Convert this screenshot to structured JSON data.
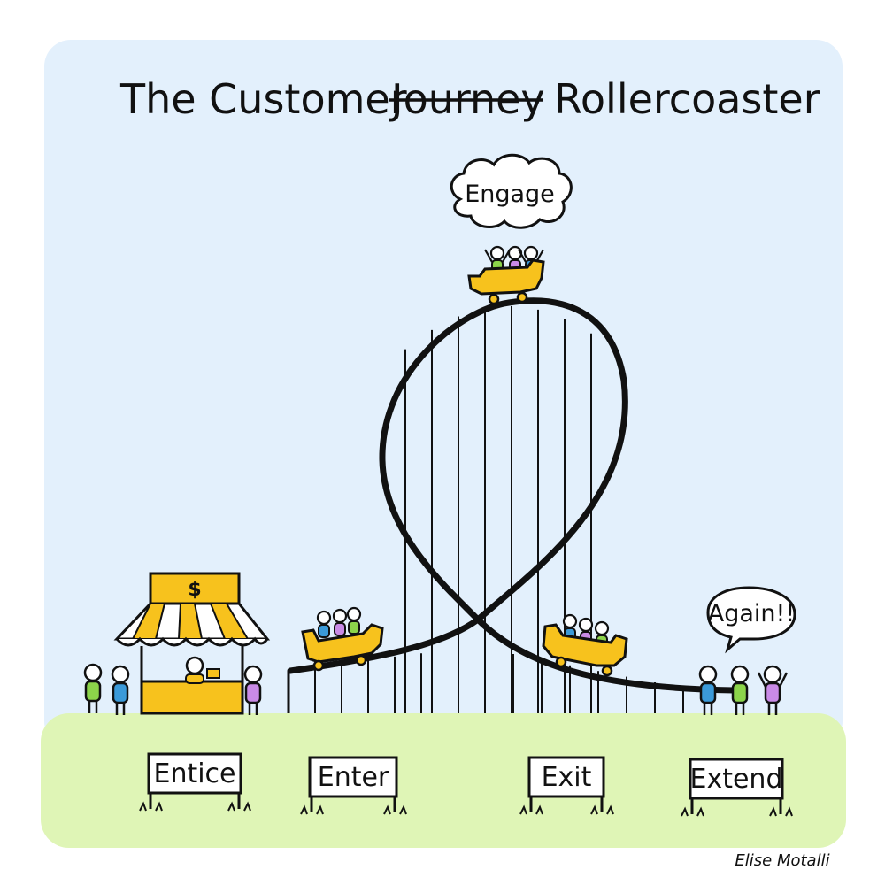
{
  "title": {
    "before": "The Customer",
    "struck": "Journey",
    "after": "Rollercoaster"
  },
  "bubbles": {
    "top": "Engage",
    "end": "Again!!"
  },
  "booth": {
    "price_symbol": "$"
  },
  "signs": [
    "Entice",
    "Enter",
    "Exit",
    "Extend"
  ],
  "signature": "Elise Motalli",
  "colors": {
    "sky": "#e3f0fc",
    "grass": "#dff5b6",
    "car": "#f7c21d",
    "outline": "#111111",
    "person_green": "#8cd44a",
    "person_blue": "#3b9ad9",
    "person_purple": "#c98ae6"
  }
}
